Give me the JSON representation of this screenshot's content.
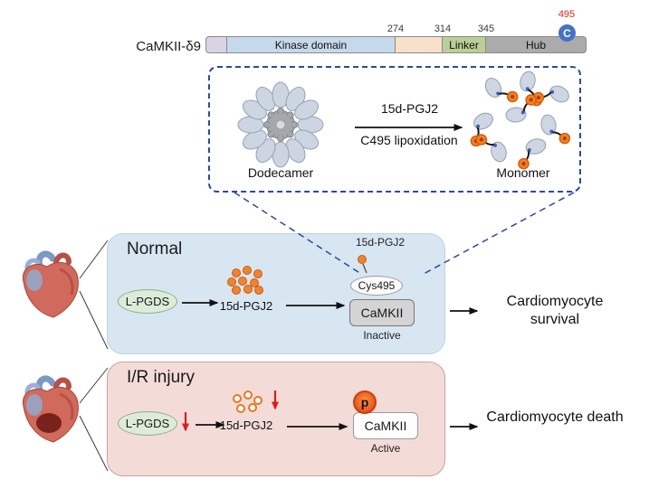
{
  "protein": {
    "name": "CaMKII-δ9",
    "kinase_domain": "Kinase domain",
    "linker": "Linker",
    "hub": "Hub",
    "positions": [
      "274",
      "314",
      "345"
    ],
    "site_position": "495",
    "site_letter": "C"
  },
  "inset": {
    "reaction_top": "15d-PGJ2",
    "reaction_bottom": "C495 lipoxidation",
    "left_label": "Dodecamer",
    "right_label": "Monomer"
  },
  "normal": {
    "title": "Normal",
    "enzyme": "L-PGDS",
    "metabolite": "15d-PGJ2",
    "adduct_label": "15d-PGJ2",
    "site": "Cys495",
    "kinase": "CaMKII",
    "state": "Inactive",
    "outcome": "Cardiomyocyte survival"
  },
  "ir": {
    "title": "I/R injury",
    "enzyme": "L-PGDS",
    "metabolite": "15d-PGJ2",
    "phospho": "p",
    "kinase": "CaMKII",
    "state": "Active",
    "outcome": "Cardiomyocyte death"
  },
  "colors": {
    "normal_panel": "#d8e6f2",
    "ir_panel": "#f3dcd8",
    "pgj2_orange": "#f0832e",
    "decrease_red": "#e01b1b",
    "inset_border_blue": "#2b4a9e",
    "site_circle_blue": "#4472c4",
    "linker_green": "#b9cf97",
    "hub_gray": "#ababab"
  }
}
